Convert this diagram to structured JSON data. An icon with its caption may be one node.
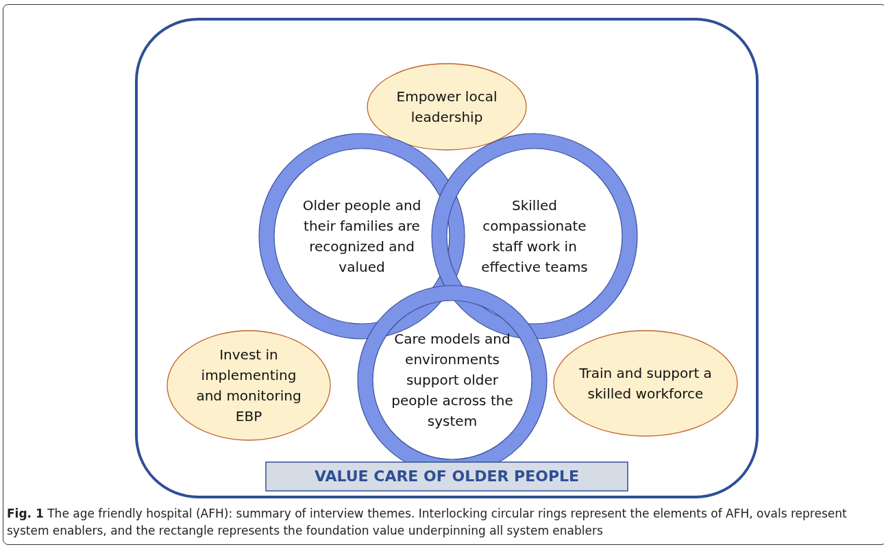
{
  "diagram": {
    "caption": "**Fig. 1** The age friendly hospital (AFH): summary of interview themes. Interlocking circular rings represent the elements of AFH, ovals represent system enablers, and the rectangle represents the foundation value underpinning all system enablers",
    "nodes": [
      {
        "text": [],
        "shape": "box"
      },
      {
        "text": [
          "Empower local leadership"
        ],
        "in": 0
      },
      {
        "text": [
          "Older people and their families are recognized and valued"
        ],
        "in": 0
      },
      {
        "text": [
          "Skilled compassionate staff work in effective teams"
        ],
        "in": 0
      },
      {
        "text": [
          "Invest in implementing and monitoring EBP"
        ],
        "in": 0
      },
      {
        "text": [
          "Care models and environments support older people across the system"
        ],
        "in": 0
      },
      {
        "text": [
          "Train and support a skilled workforce"
        ],
        "in": 0
      },
      {
        "text": [
          "VALUE CARE OF OLDER PEOPLE"
        ],
        "in": 0
      }
    ],
    "edges": []
  }
}
